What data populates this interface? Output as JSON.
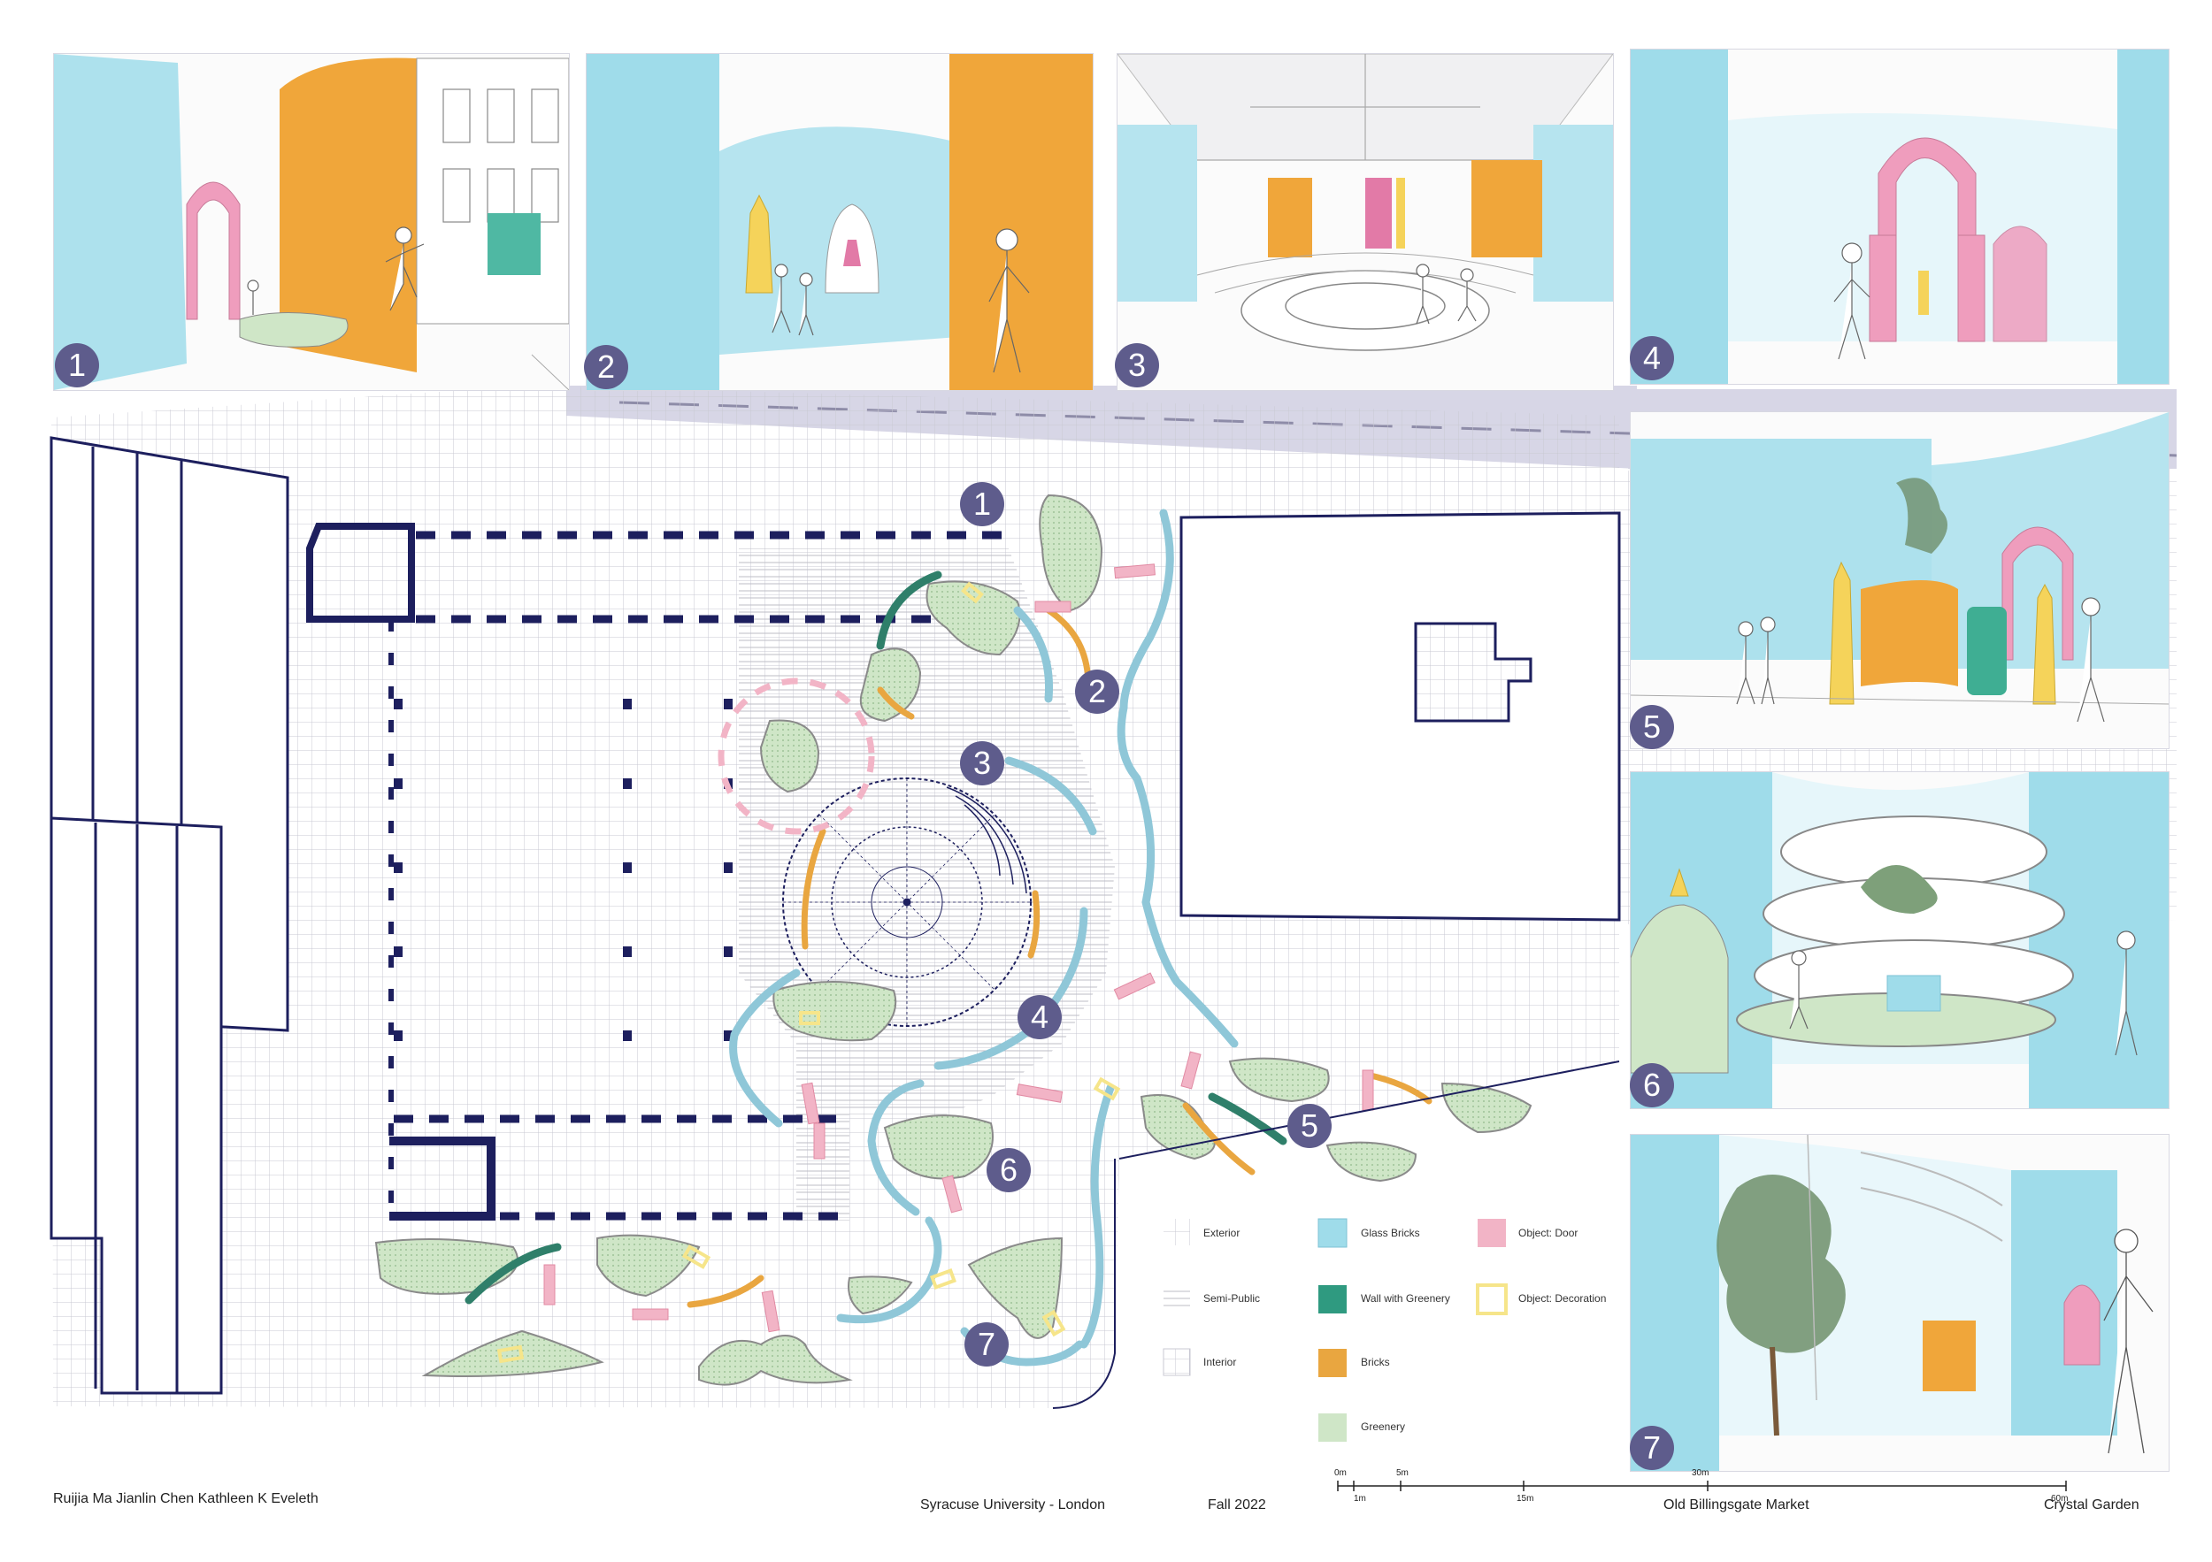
{
  "views": [
    {
      "label": "1"
    },
    {
      "label": "2"
    },
    {
      "label": "3"
    },
    {
      "label": "4"
    },
    {
      "label": "5"
    },
    {
      "label": "6"
    },
    {
      "label": "7"
    }
  ],
  "plan_markers": [
    "1",
    "2",
    "3",
    "4",
    "5",
    "6",
    "7"
  ],
  "legend": {
    "exterior": "Exterior",
    "semi_public": "Semi-Public",
    "interior": "Interior",
    "glass_bricks": "Glass Bricks",
    "wall_greenery": "Wall with Greenery",
    "bricks": "Bricks",
    "greenery": "Greenery",
    "door": "Object: Door",
    "decoration": "Object: Decoration"
  },
  "scale": {
    "ticks": [
      "0m",
      "1m",
      "5m",
      "15m",
      "30m",
      "60m"
    ]
  },
  "footer": {
    "authors": "Ruijia Ma  Jianlin Chen  Kathleen K Eveleth",
    "school": "Syracuse University - London",
    "term": "Fall 2022",
    "site": "Old Billingsgate Market",
    "project": "Crystal Garden"
  },
  "colors": {
    "glass": "#9fdcea",
    "wall_green": "#2f9a80",
    "bricks": "#e9a640",
    "greenery": "#cfe6c7",
    "door": "#f2b4c6",
    "decoration": "#f6e58a",
    "structure": "#1d1f5e",
    "badge": "#5e5c8c",
    "road": "#d7d6e6"
  }
}
